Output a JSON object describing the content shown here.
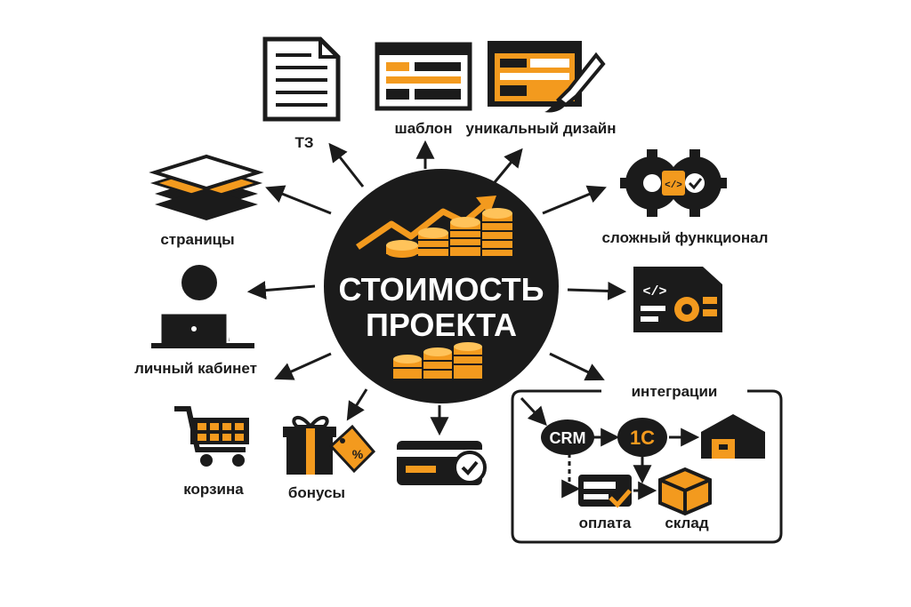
{
  "center": {
    "line1": "СТОИМОСТЬ",
    "line2": "ПРОЕКТА"
  },
  "nodes": {
    "tz": "ТЗ",
    "template": "шаблон",
    "unique_design": "уникальный дизайн",
    "pages": "страницы",
    "complex_functional": "сложный функционал",
    "account": "личный кабинет",
    "cart": "корзина",
    "bonuses": "бонусы"
  },
  "integrations": {
    "title": "интеграции",
    "crm": "CRM",
    "onec": "1С",
    "payment": "оплата",
    "warehouse": "склад"
  },
  "colors": {
    "dark": "#1b1b1b",
    "accent": "#f39a1e",
    "background": "#ffffff"
  },
  "icons": {
    "tz": "document-icon",
    "template": "browser-template-icon",
    "unique_design": "design-brush-icon",
    "pages": "layers-icon",
    "complex_functional": "gears-icon",
    "code_settings": "code-gear-icon",
    "account": "user-laptop-icon",
    "cart": "shopping-cart-icon",
    "bonuses": "gift-percent-icon",
    "payment_card": "card-check-icon",
    "warehouse": "warehouse-icon",
    "box": "box-icon"
  }
}
